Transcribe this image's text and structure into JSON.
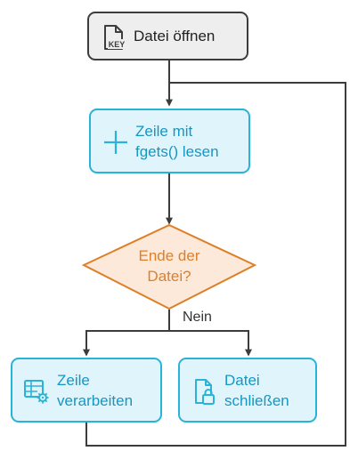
{
  "nodes": {
    "open_file": "Datei öffnen",
    "read_line": [
      "Zeile mit",
      "fgets() lesen"
    ],
    "end_of_file": [
      "Ende der",
      "Datei?"
    ],
    "process_line": [
      "Zeile",
      "verarbeiten"
    ],
    "close_file": [
      "Datei",
      "schließen"
    ]
  },
  "edges": {
    "no_label": "Nein"
  },
  "icons": {
    "open_file": "key-document-icon",
    "read_line": "plus-icon",
    "process_line": "table-gear-icon",
    "close_file": "lock-document-icon"
  },
  "colors": {
    "accent_blue": "#29b3d9",
    "accent_orange": "#de7f28",
    "diamond_fill": "#fde9d9",
    "start_fill": "#eeeeee",
    "line": "#3c3c3c"
  }
}
